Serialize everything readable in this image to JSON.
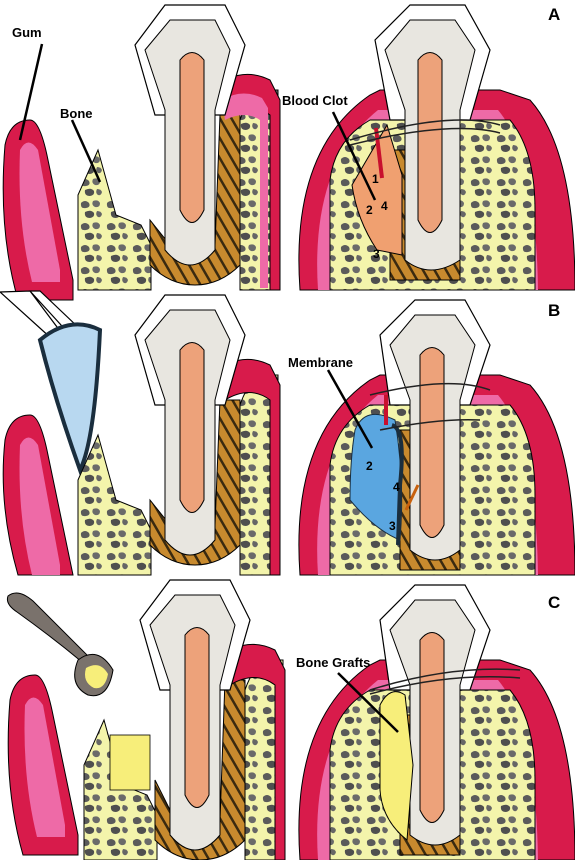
{
  "panels": {
    "a": {
      "letter": "A"
    },
    "b": {
      "letter": "B"
    },
    "c": {
      "letter": "C"
    }
  },
  "labels": {
    "gum": "Gum",
    "bone": "Bone",
    "blood_clot": "Blood Clot",
    "membrane": "Membrane",
    "bone_grafts": "Bone Grafts"
  },
  "markers": {
    "a": [
      "1",
      "2",
      "3",
      "4"
    ],
    "b": [
      "2",
      "3",
      "4"
    ]
  },
  "colors": {
    "gum_outer": "#d81b4b",
    "gum_inner": "#ee6aa7",
    "bone": "#f3f4ab",
    "bone_pore": "#5b5b5b",
    "enamel": "#ffffff",
    "dentin": "#e8e6e0",
    "pulp": "#eda27a",
    "root_ligament": "#c88a2e",
    "blood_clot": "#f0a070",
    "membrane": "#5aa6e0",
    "membrane_edge": "#1a2e3e",
    "graft": "#f7ee7a",
    "spoon": "#7a726c",
    "suture": "#222222"
  }
}
